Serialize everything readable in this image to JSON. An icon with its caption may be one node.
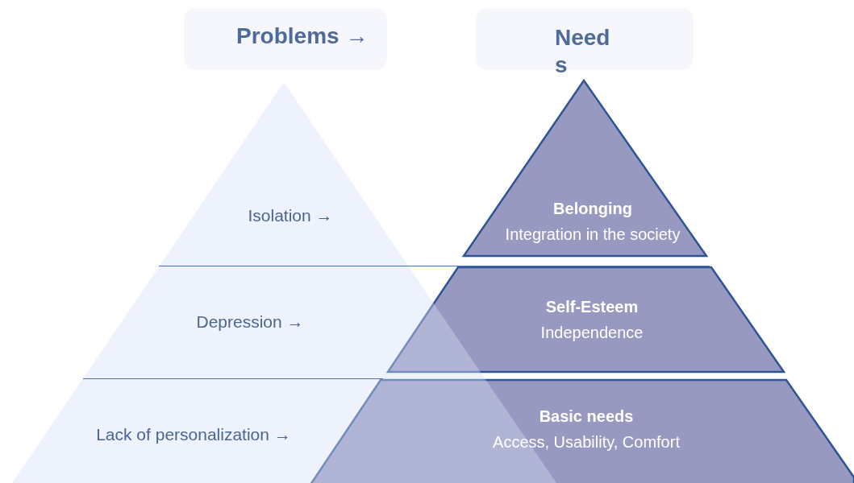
{
  "diagram": {
    "nodes": [
      {
        "text": [
          "Problems →"
        ]
      },
      {
        "text": [
          "Needs"
        ]
      },
      {
        "text": [
          "Isolation →"
        ]
      },
      {
        "text": [
          "Depression →"
        ]
      },
      {
        "text": [
          "Lack of personalization →"
        ]
      },
      {
        "text": [
          "Belonging",
          "Integration in the society"
        ]
      },
      {
        "text": [
          "Self-Esteem",
          "Independence"
        ]
      },
      {
        "text": [
          "Basic needs",
          "Access, Usability, Comfort"
        ]
      }
    ]
  }
}
